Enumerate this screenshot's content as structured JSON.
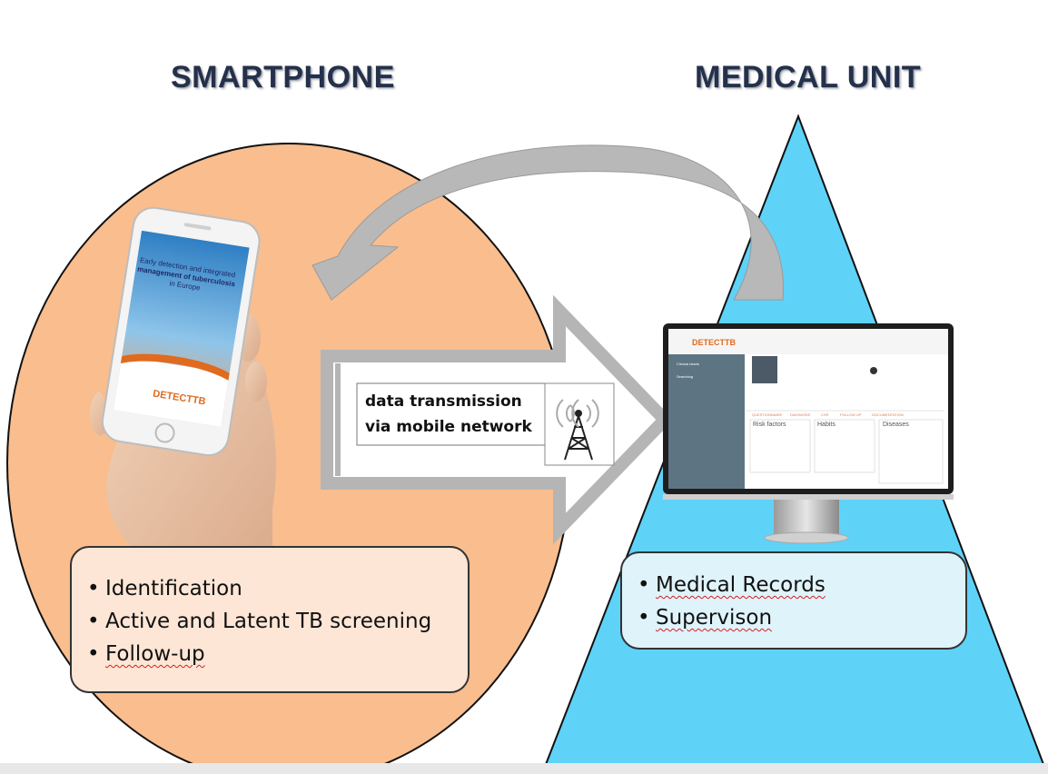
{
  "smartphone": {
    "title": "SMARTPHONE",
    "screen_text": [
      "Early detection and integrated",
      "management of tuberculosis",
      "in Europe"
    ],
    "logo_text": "DETECTTB",
    "features": [
      "Identification",
      "Active and Latent TB screening",
      "Follow-up"
    ]
  },
  "medical_unit": {
    "title": "MEDICAL UNIT",
    "features": [
      "Medical Records",
      "Supervison"
    ]
  },
  "transmission": {
    "line1": "data transmission",
    "line2": "via mobile network",
    "icon": "antenna-icon"
  },
  "monitor": {
    "logo_text": "DETECTTB",
    "sidebar": [
      "Clinical charts",
      "Searching"
    ],
    "tabs": [
      "QUESTIONNAIRE",
      "DIAGNOSIS",
      "CXR",
      "FOLLOW UP",
      "DOCUMENTATION"
    ],
    "panels": [
      "Risk factors",
      "Habits",
      "Diseases"
    ]
  },
  "colors": {
    "oval": "#f9bd8e",
    "triangle": "#5fd2f8",
    "box_left": "#fde6d6",
    "box_right": "#dff3fb",
    "heading": "#25304a"
  }
}
